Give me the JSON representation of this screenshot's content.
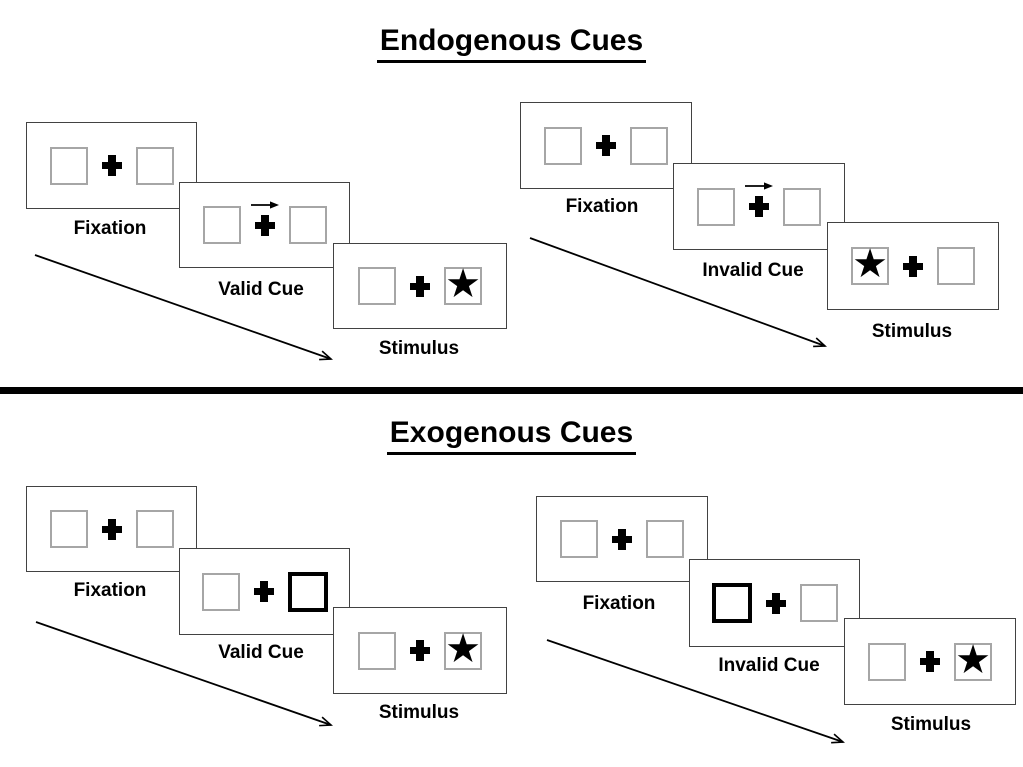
{
  "sections": [
    {
      "title": "Endogenous Cues",
      "groups": [
        {
          "name": "valid-trial",
          "panels": [
            {
              "label": "Fixation",
              "content": "two-empty-boxes-with-fixation-cross"
            },
            {
              "label": "Valid Cue",
              "content": "central-arrow-pointing-right-above-cross"
            },
            {
              "label": "Stimulus",
              "content": "star-in-right-box"
            }
          ]
        },
        {
          "name": "invalid-trial",
          "panels": [
            {
              "label": "Fixation",
              "content": "two-empty-boxes-with-fixation-cross"
            },
            {
              "label": "Invalid Cue",
              "content": "central-arrow-pointing-right-above-cross"
            },
            {
              "label": "Stimulus",
              "content": "star-in-left-box"
            }
          ]
        }
      ]
    },
    {
      "title": "Exogenous Cues",
      "groups": [
        {
          "name": "valid-trial",
          "panels": [
            {
              "label": "Fixation",
              "content": "two-empty-boxes-with-fixation-cross"
            },
            {
              "label": "Valid Cue",
              "content": "right-box-highlighted-thick-border"
            },
            {
              "label": "Stimulus",
              "content": "star-in-right-box"
            }
          ]
        },
        {
          "name": "invalid-trial",
          "panels": [
            {
              "label": "Fixation",
              "content": "two-empty-boxes-with-fixation-cross"
            },
            {
              "label": "Invalid Cue",
              "content": "left-box-highlighted-thick-border"
            },
            {
              "label": "Stimulus",
              "content": "star-in-right-box"
            }
          ]
        }
      ]
    }
  ],
  "icons": {
    "star": "★",
    "fixation_cross": "+",
    "cue_arrow": "→",
    "timeline_arrow": "diagonal-arrow-down-right"
  },
  "colors": {
    "panel_border": "#424242",
    "box_border": "#a6a6a6",
    "highlight_border": "#000000",
    "ink": "#000000",
    "background": "#ffffff"
  }
}
